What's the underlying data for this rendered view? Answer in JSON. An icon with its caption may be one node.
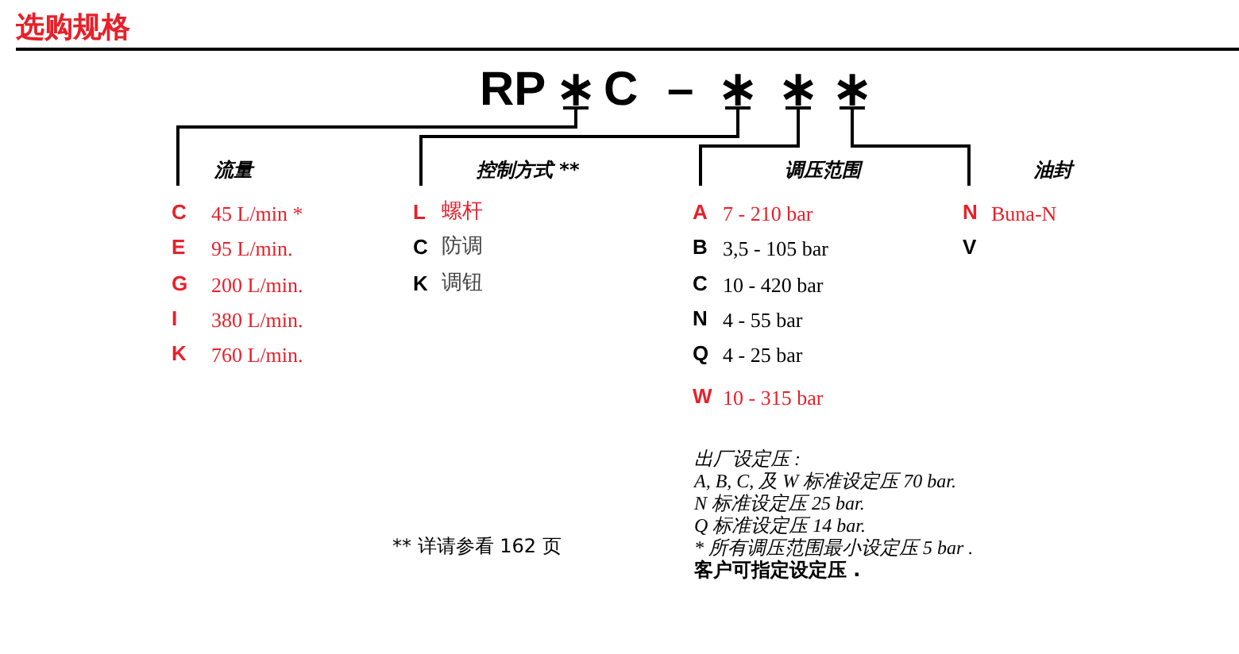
{
  "diagram": {
    "title": "选购规格",
    "nodes": [
      {
        "text": [
          "∗"
        ]
      },
      {
        "text": [
          "∗"
        ]
      },
      {
        "text": [
          "∗"
        ]
      },
      {
        "text": [
          "∗"
        ]
      },
      {
        "text": [
          "流量"
        ]
      },
      {
        "text": [
          "控制方式 **"
        ]
      },
      {
        "text": [
          "调压范围"
        ]
      },
      {
        "text": [
          "油封"
        ]
      }
    ],
    "edges": [
      {
        "from": 0,
        "to": 4,
        "arrow": "none"
      },
      {
        "from": 1,
        "to": 5,
        "arrow": "none"
      },
      {
        "from": 2,
        "to": 6,
        "arrow": "none"
      },
      {
        "from": 3,
        "to": 7,
        "arrow": "none"
      }
    ],
    "labels": [
      "RP",
      "C",
      "–",
      "C",
      "45 L/min *",
      "L",
      "螺杆",
      "A",
      "7 - 210 bar",
      "N",
      "Buna-N",
      "E",
      "95 L/min.",
      "C",
      "防调",
      "B",
      "3,5 - 105 bar",
      "V",
      "G",
      "200 L/min.",
      "K",
      "调钮",
      "C",
      "10 - 420 bar",
      "I",
      "380 L/min.",
      "N",
      "4 - 55 bar",
      "K",
      "760 L/min.",
      "Q",
      "4 - 25 bar",
      "W",
      "10 - 315 bar",
      "** 详请参看 162 页",
      "出厂设定压 :",
      "A, B, C, 及 W 标准设定压 70 bar.",
      "N 标准设定压 25 bar.",
      "Q 标准设定压 14 bar.",
      "* 所有调压范围最小设定压 5 bar .",
      "客户可指定设定压 ."
    ]
  }
}
